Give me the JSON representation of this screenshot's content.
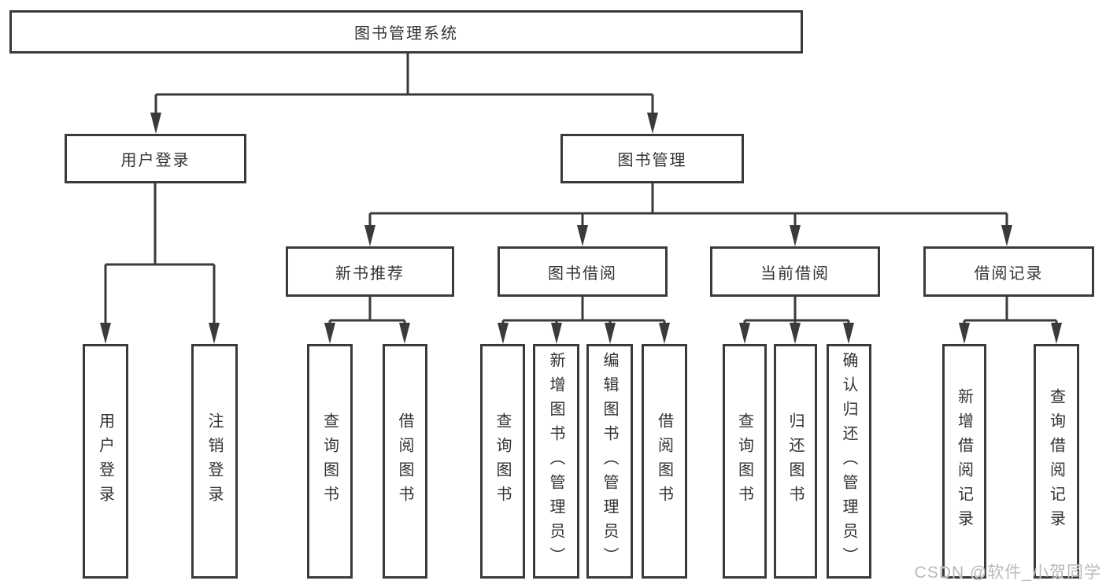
{
  "colors": {
    "line": "#3a3a3a",
    "text": "#333333",
    "bg": "#ffffff",
    "watermark": "#b9b9b9"
  },
  "watermark": {
    "text": "CSDN @软件_小贺同学"
  },
  "tree": {
    "root": {
      "label": "图书管理系统"
    },
    "branches": [
      {
        "label": "用户登录",
        "leaves": [
          {
            "label": "用户登录"
          },
          {
            "label": "注销登录"
          }
        ]
      },
      {
        "label": "图书管理",
        "children": [
          {
            "label": "新书推荐",
            "leaves": [
              {
                "label": "查询图书"
              },
              {
                "label": "借阅图书"
              }
            ]
          },
          {
            "label": "图书借阅",
            "leaves": [
              {
                "label": "查询图书"
              },
              {
                "label": "新增图书（管理员）"
              },
              {
                "label": "编辑图书（管理员）"
              },
              {
                "label": "借阅图书"
              }
            ]
          },
          {
            "label": "当前借阅",
            "leaves": [
              {
                "label": "查询图书"
              },
              {
                "label": "归还图书"
              },
              {
                "label": "确认归还（管理员）"
              }
            ]
          },
          {
            "label": "借阅记录",
            "leaves": [
              {
                "label": "新增借阅记录"
              },
              {
                "label": "查询借阅记录"
              }
            ]
          }
        ]
      }
    ]
  }
}
